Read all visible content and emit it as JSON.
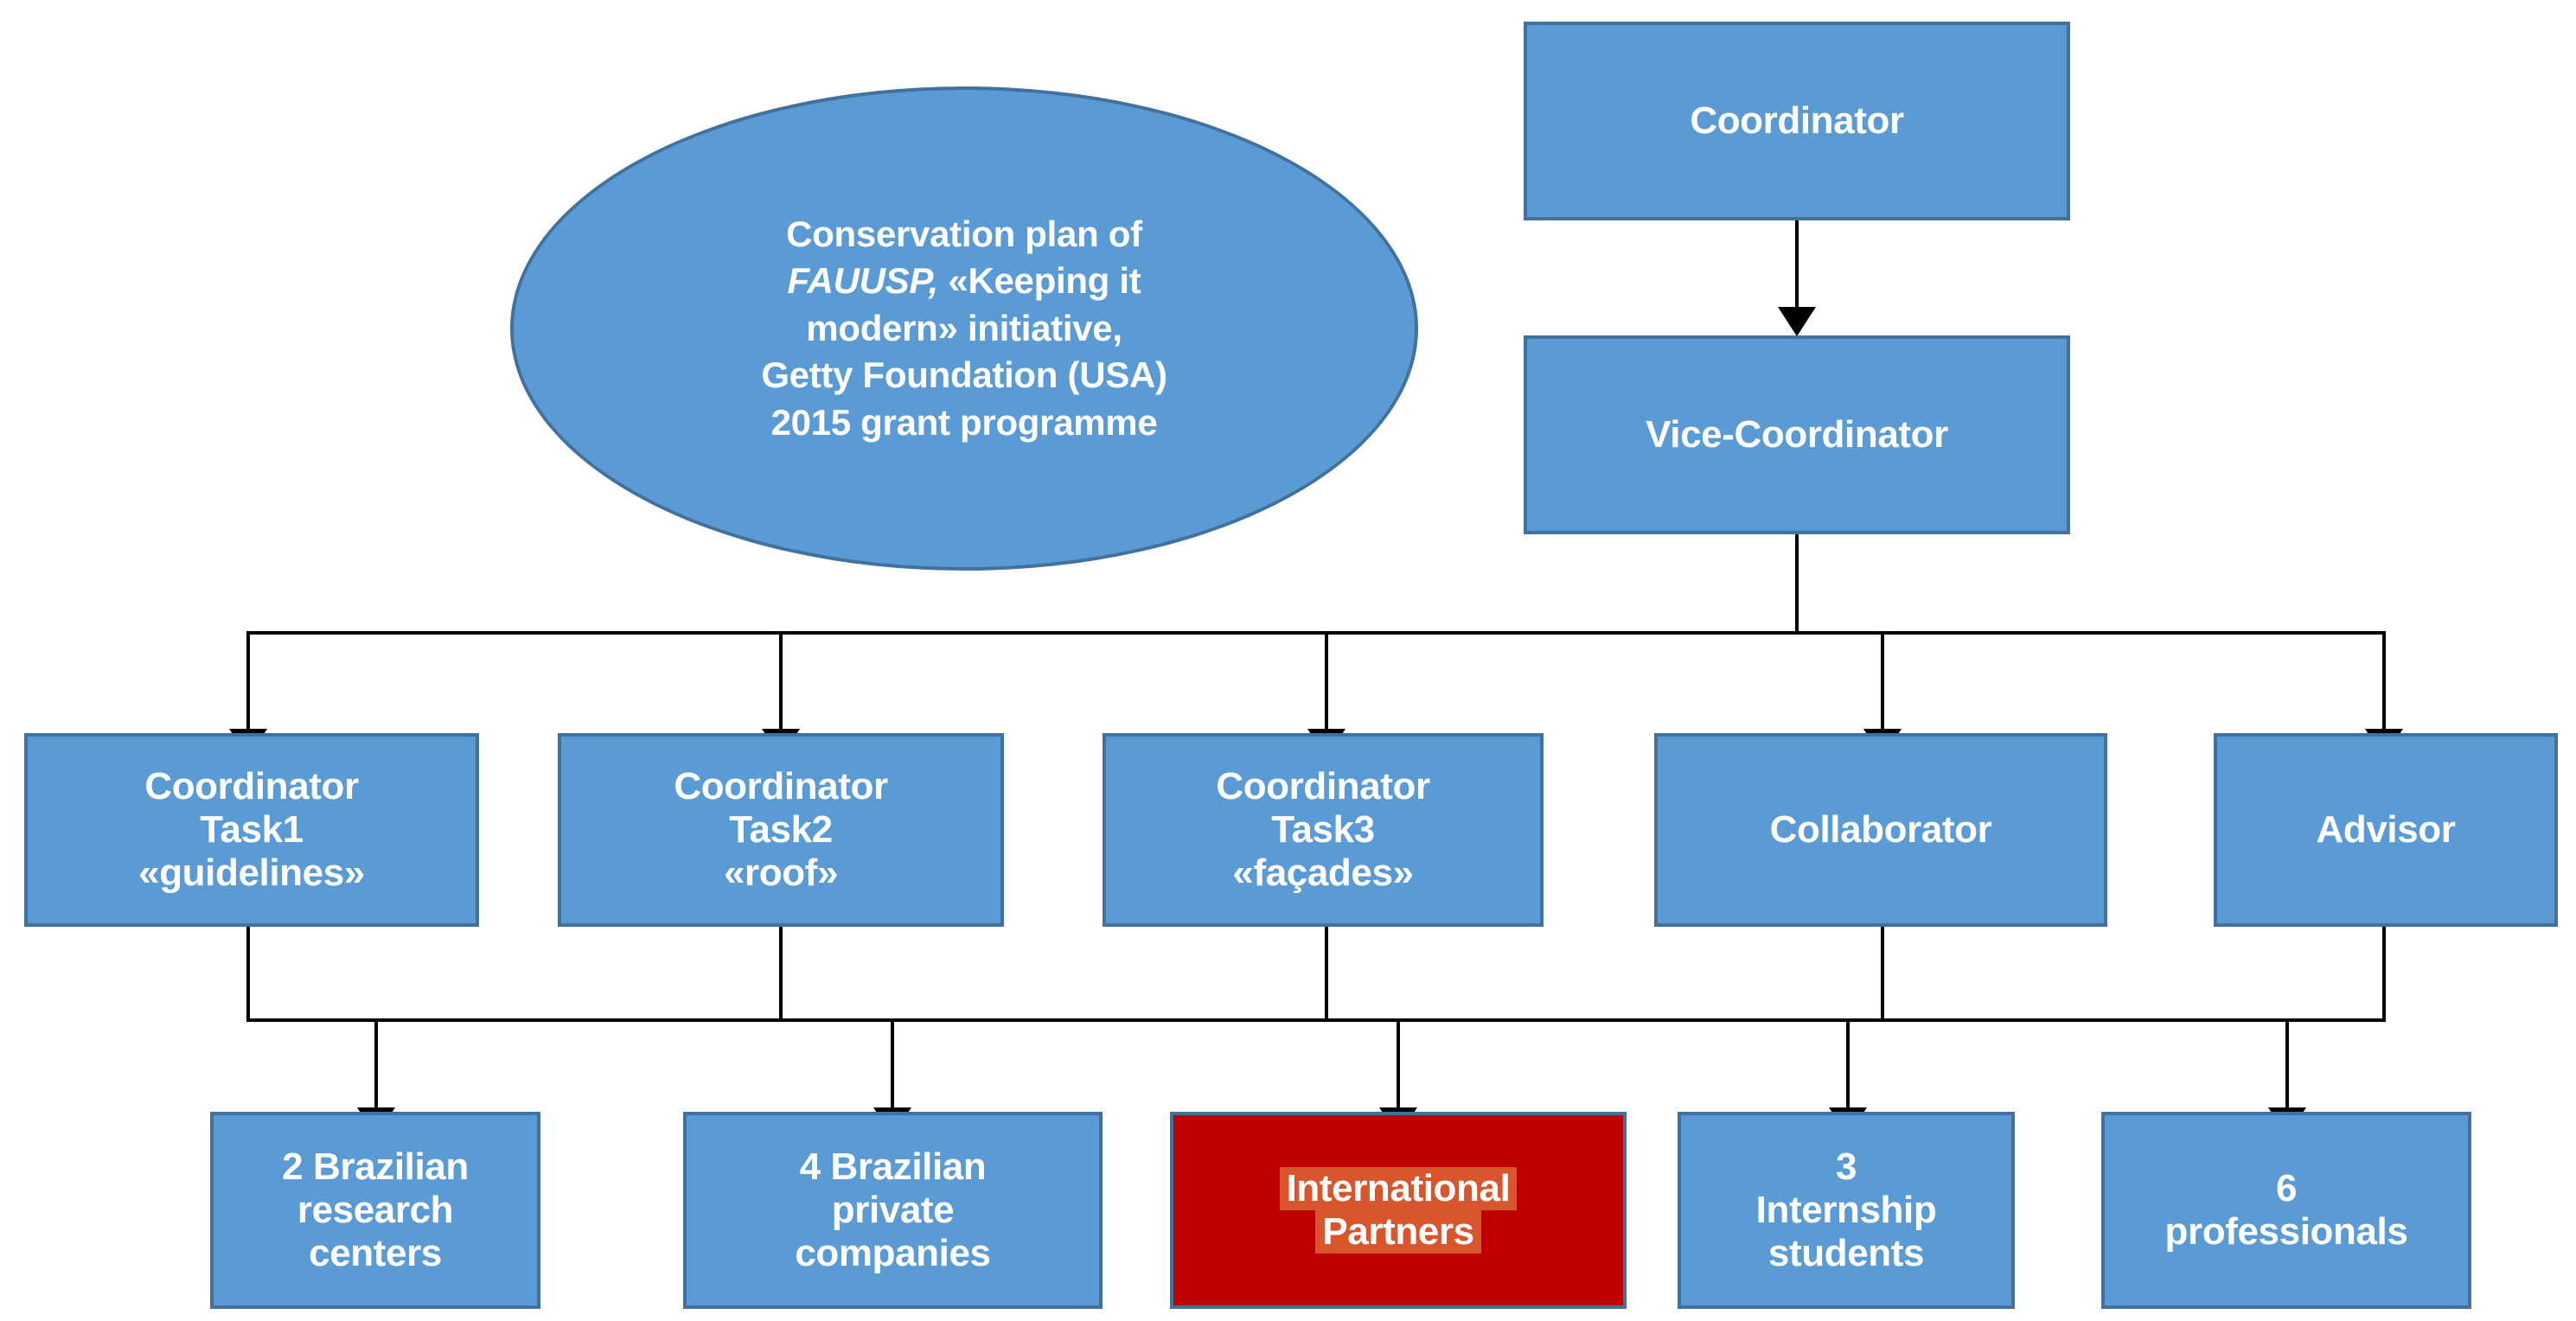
{
  "diagram": {
    "title_shape": {
      "name": "project-ellipse",
      "lines": [
        "Conservation plan of",
        "FAUUSP, «Keeping it",
        "modern» initiative,",
        "Getty Foundation (USA)",
        "2015 grant programme"
      ],
      "italic_prefix": "FAUUSP,",
      "italic_rest": " «Keeping it"
    },
    "top_chain": [
      {
        "name": "coordinator",
        "lines": [
          "Coordinator"
        ]
      },
      {
        "name": "vice-coordinator",
        "lines": [
          "Vice-Coordinator"
        ]
      }
    ],
    "middle_row": [
      {
        "name": "coordinator-task1",
        "lines": [
          "Coordinator",
          "Task1",
          "«guidelines»"
        ]
      },
      {
        "name": "coordinator-task2",
        "lines": [
          "Coordinator",
          "Task2",
          "«roof»"
        ]
      },
      {
        "name": "coordinator-task3",
        "lines": [
          "Coordinator",
          "Task3",
          "«façades»"
        ]
      },
      {
        "name": "collaborator",
        "lines": [
          "Collaborator"
        ]
      },
      {
        "name": "advisor",
        "lines": [
          "Advisor"
        ]
      }
    ],
    "bottom_row": [
      {
        "name": "brazilian-research-centers",
        "lines": [
          "2 Brazilian",
          "research",
          "centers"
        ],
        "highlight": false
      },
      {
        "name": "brazilian-private-companies",
        "lines": [
          "4 Brazilian",
          "private",
          "companies"
        ],
        "highlight": false
      },
      {
        "name": "international-partners",
        "lines": [
          "International",
          "Partners"
        ],
        "highlight": true
      },
      {
        "name": "internship-students",
        "lines": [
          "3",
          "Internship",
          "students"
        ],
        "highlight": false
      },
      {
        "name": "professionals",
        "lines": [
          "6",
          "professionals"
        ],
        "highlight": false
      }
    ],
    "colors": {
      "box_fill": "#5B9BD5",
      "box_border": "#41719C",
      "highlight_box_fill": "#C00000",
      "text_highlight": "#D9552B",
      "text": "#FFFFFF",
      "connector": "#000000",
      "background": "#FFFFFF"
    }
  }
}
